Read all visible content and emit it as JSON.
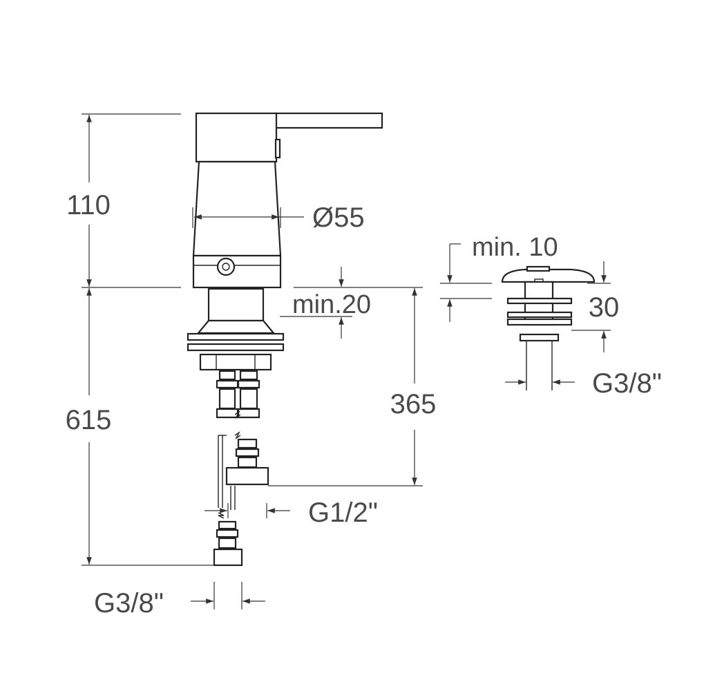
{
  "dimensions": {
    "height_top": "110",
    "height_bottom": "615",
    "diameter": "Ø55",
    "min_20": "min.20",
    "depth_365": "365",
    "thread_g12": "G1/2\"",
    "thread_g38_bottom": "G3/8\"",
    "min_10": "min. 10",
    "height_30": "30",
    "thread_g38_right": "G3/8\""
  },
  "colors": {
    "line": "#222222",
    "text": "#4a4a4a"
  }
}
